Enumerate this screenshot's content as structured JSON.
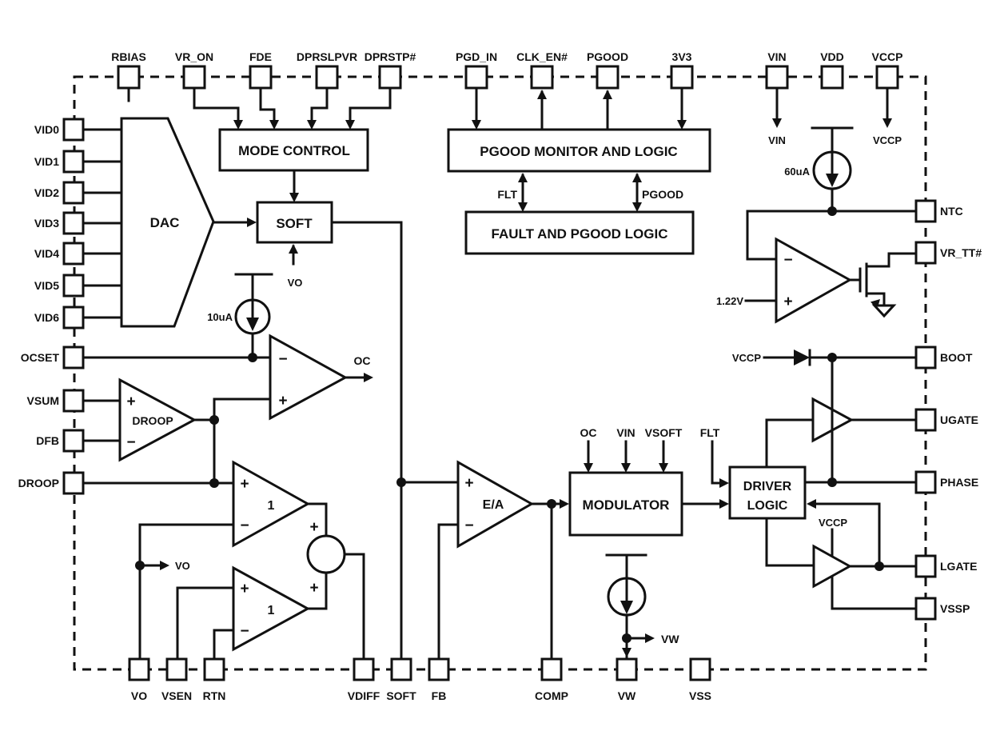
{
  "pins": {
    "top": [
      "RBIAS",
      "VR_ON",
      "FDE",
      "DPRSLPVR",
      "DPRSTP#",
      "PGD_IN",
      "CLK_EN#",
      "PGOOD",
      "3V3",
      "VIN",
      "VDD",
      "VCCP"
    ],
    "left": [
      "VID0",
      "VID1",
      "VID2",
      "VID3",
      "VID4",
      "VID5",
      "VID6",
      "OCSET",
      "VSUM",
      "DFB",
      "DROOP"
    ],
    "right": [
      "NTC",
      "VR_TT#",
      "BOOT",
      "UGATE",
      "PHASE",
      "LGATE",
      "VSSP"
    ],
    "bottom": [
      "VO",
      "VSEN",
      "RTN",
      "VDIFF",
      "SOFT",
      "FB",
      "COMP",
      "VW",
      "VSS"
    ]
  },
  "blocks": {
    "dac": "DAC",
    "mode_control": "MODE CONTROL",
    "soft": "SOFT",
    "pgood_monitor": "PGOOD MONITOR AND LOGIC",
    "fault_logic": "FAULT AND PGOOD LOGIC",
    "modulator": "MODULATOR",
    "driver_line1": "DRIVER",
    "driver_line2": "LOGIC"
  },
  "amps": {
    "droop": "DROOP",
    "buffer_top": "1",
    "buffer_bottom": "1",
    "error_amp": "E/A"
  },
  "sources": {
    "i10": "10uA",
    "i60": "60uA"
  },
  "labels": {
    "vo_soft": "VO",
    "vo_tap": "VO",
    "vw_tap": "VW",
    "oc_out": "OC",
    "flt_between": "FLT",
    "pgood_between": "PGOOD",
    "mod_oc": "OC",
    "mod_vin": "VIN",
    "mod_vsoft": "VSOFT",
    "mod_flt": "FLT",
    "vin_internal": "VIN",
    "vccp_internal": "VCCP",
    "vccp_boot": "VCCP",
    "vccp_lgate": "VCCP",
    "ref": "1.22V"
  },
  "markers": {
    "plus": "+",
    "minus": "−"
  }
}
